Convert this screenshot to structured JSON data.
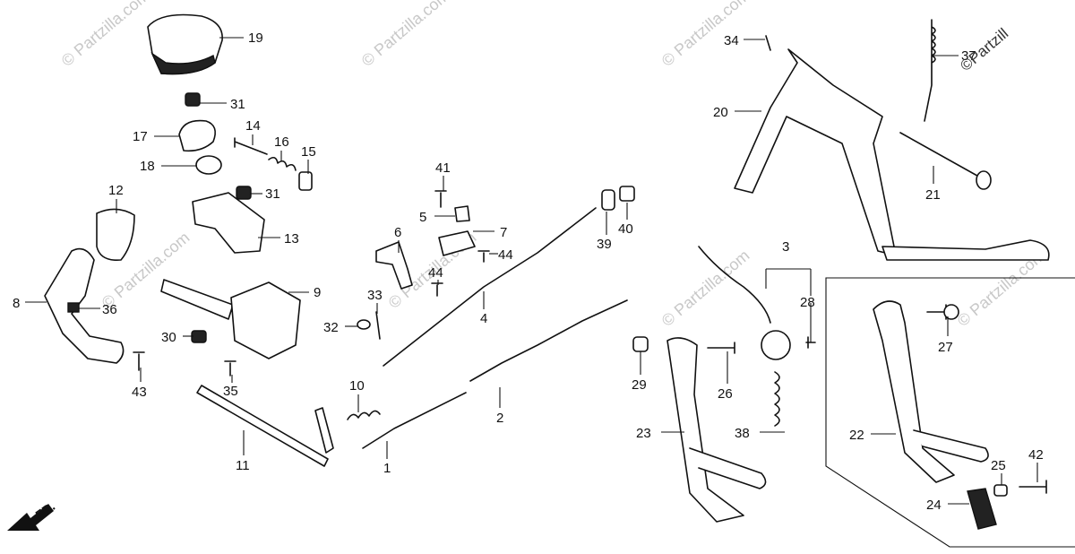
{
  "watermark": "© Partzilla.com",
  "corner_watermark": "©Partzill",
  "direction_label": "FR.",
  "callouts": [
    {
      "id": "19",
      "label": "19"
    },
    {
      "id": "31a",
      "label": "31"
    },
    {
      "id": "14",
      "label": "14"
    },
    {
      "id": "17",
      "label": "17"
    },
    {
      "id": "16",
      "label": "16"
    },
    {
      "id": "15",
      "label": "15"
    },
    {
      "id": "18",
      "label": "18"
    },
    {
      "id": "31b",
      "label": "31"
    },
    {
      "id": "12",
      "label": "12"
    },
    {
      "id": "13",
      "label": "13"
    },
    {
      "id": "8",
      "label": "8"
    },
    {
      "id": "36",
      "label": "36"
    },
    {
      "id": "9",
      "label": "9"
    },
    {
      "id": "30",
      "label": "30"
    },
    {
      "id": "43",
      "label": "43"
    },
    {
      "id": "35",
      "label": "35"
    },
    {
      "id": "11",
      "label": "11"
    },
    {
      "id": "41",
      "label": "41"
    },
    {
      "id": "5",
      "label": "5"
    },
    {
      "id": "6",
      "label": "6"
    },
    {
      "id": "7",
      "label": "7"
    },
    {
      "id": "44a",
      "label": "44"
    },
    {
      "id": "44b",
      "label": "44"
    },
    {
      "id": "33",
      "label": "33"
    },
    {
      "id": "32",
      "label": "32"
    },
    {
      "id": "4",
      "label": "4"
    },
    {
      "id": "10",
      "label": "10"
    },
    {
      "id": "1",
      "label": "1"
    },
    {
      "id": "2",
      "label": "2"
    },
    {
      "id": "39",
      "label": "39"
    },
    {
      "id": "40",
      "label": "40"
    },
    {
      "id": "34",
      "label": "34"
    },
    {
      "id": "37",
      "label": "37"
    },
    {
      "id": "20",
      "label": "20"
    },
    {
      "id": "21",
      "label": "21"
    },
    {
      "id": "3",
      "label": "3"
    },
    {
      "id": "28",
      "label": "28"
    },
    {
      "id": "27",
      "label": "27"
    },
    {
      "id": "29",
      "label": "29"
    },
    {
      "id": "26",
      "label": "26"
    },
    {
      "id": "38",
      "label": "38"
    },
    {
      "id": "23",
      "label": "23"
    },
    {
      "id": "22",
      "label": "22"
    },
    {
      "id": "25",
      "label": "25"
    },
    {
      "id": "42",
      "label": "42"
    },
    {
      "id": "24",
      "label": "24"
    }
  ]
}
